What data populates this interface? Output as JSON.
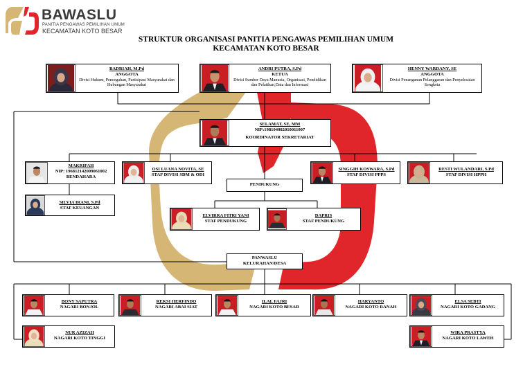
{
  "header": {
    "logo_title": "BAWASLU",
    "logo_sub1": "PANITIA PENGAWAS PEMILIHAN UMUM",
    "logo_sub2": "KECAMATAN KOTO BESAR",
    "title_line1": "STRUKTUR ORGANISASI PANITIA PENGAWAS PEMILIHAN UMUM",
    "title_line2": "KECAMATAN KOTO BESAR"
  },
  "colors": {
    "gold": "#d6b675",
    "red": "#e0262b",
    "line": "#000000",
    "logo_gray": "#3a3a3a"
  },
  "leaders": [
    {
      "name": "BADRIAH, M.Pd",
      "role": "ANGGOTA",
      "desc": "Divisi Hukum, Pencegahan, Partisipasi Masyarakat dan Hubungan Masyarakat"
    },
    {
      "name": "ANDRI PUTRA, S.Pd",
      "role": "KETUA",
      "desc": "Divisi Sumber Daya Manusia, Organisasi, Pendidikan dan Pelatihan,Data dan Informasi"
    },
    {
      "name": "HENNY WARDANY, SE",
      "role": "ANGGOTA",
      "desc": "Divisi Penanganan Pelanggaran dan Penyelesaian Sengketa"
    }
  ],
  "coordinator": {
    "name": "SELAMAT, SE, MM",
    "nip": "NIP:198104082010011007",
    "role": "KOORDINATOR SEKRETARIAT"
  },
  "staff": {
    "makrifah": {
      "name": "MAKRIFAH",
      "nip": "NIP: 196812142009061002",
      "role": "BENDAHARA"
    },
    "silvia": {
      "name": "SILVIA IRANI, S.Pd",
      "role": "STAF KEUANGAN"
    },
    "osi": {
      "name": "OSI LUANA NOVITA, SE",
      "role": "STAF DIVISI SDM & ODI"
    },
    "singgih": {
      "name": "SINGGIH KOSWARA, S.Pd",
      "role": "STAF DIVISI PPPS"
    },
    "resti": {
      "name": "RESTI WULANDARI, S.Pd",
      "role": "STAF DIVISI HPPH"
    },
    "pendukung_label": "PENDUKUNG",
    "elvirra": {
      "name": "ELVIRRA FITRI YANI",
      "role": "STAF PENDUKUNG"
    },
    "dapris": {
      "name": "DAPRIS",
      "role": "STAF PENDUKUNG"
    }
  },
  "panwaslu": {
    "line1": "PANWASLU",
    "line2": "KELURAHAN/DESA"
  },
  "nagari": [
    {
      "name": "BONY SAPUTRA",
      "place": "NAGARI BONJOL"
    },
    {
      "name": "REKSI HERFINDO",
      "place": "NAGARI ABAI SIAT"
    },
    {
      "name": "ILAL FAJRI",
      "place": "NAGARI KOTO BESAR"
    },
    {
      "name": "HARYANTO",
      "place": "NAGARI KOTO RANAH"
    },
    {
      "name": "ELSA SEBTI",
      "place": "NAGARI KOTO GADANG"
    },
    {
      "name": "NUR AZIZAH",
      "place": "NAGARI KOTO TINGGI"
    },
    {
      "name": "WIRA PRASTYA",
      "place": "NAGARI KOTO LAWEH"
    }
  ]
}
